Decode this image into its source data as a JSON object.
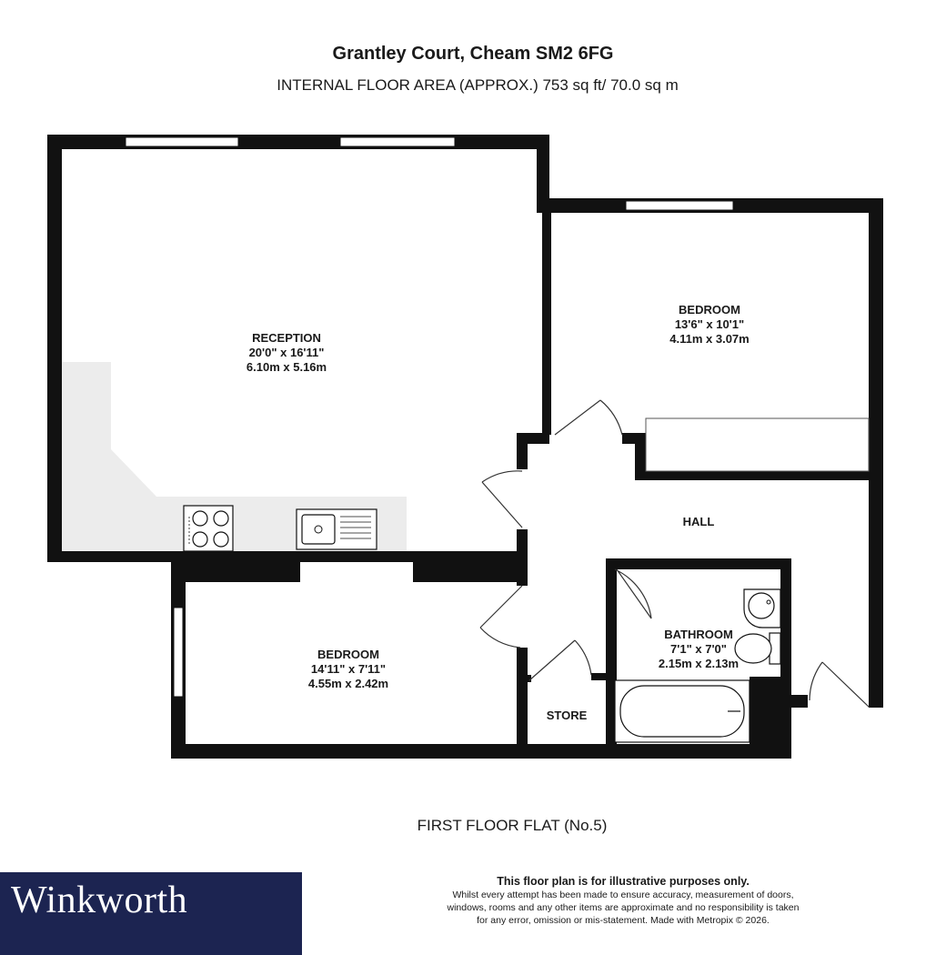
{
  "header": {
    "title": "Grantley Court, Cheam SM2 6FG",
    "subtitle": "INTERNAL FLOOR AREA (APPROX.) 753 sq ft/ 70.0 sq m"
  },
  "rooms": {
    "reception": {
      "name": "RECEPTION",
      "imperial": "20'0\"  x 16'11\"",
      "metric": "6.10m  x 5.16m"
    },
    "bedroom1": {
      "name": "BEDROOM",
      "imperial": "13'6\"  x 10'1\"",
      "metric": "4.11m  x 3.07m"
    },
    "hall": {
      "name": "HALL"
    },
    "bedroom2": {
      "name": "BEDROOM",
      "imperial": "14'11\"  x 7'11\"",
      "metric": "4.55m  x 2.42m"
    },
    "bathroom": {
      "name": "BATHROOM",
      "imperial": "7'1\"  x 7'0\"",
      "metric": "2.15m  x 2.13m"
    },
    "store": {
      "name": "STORE"
    }
  },
  "floor_label": "FIRST FLOOR FLAT (No.5)",
  "footer": {
    "brand": "Winkworth",
    "disclaimer_title": "This floor plan is for illustrative purposes only.",
    "disclaimer_lines": [
      "Whilst every attempt has been made to ensure accuracy, measurement of doors,",
      "windows, rooms and any other items are approximate and no responsibility is taken",
      "for any error, omission or mis-statement. Made with Metropix © 2026."
    ]
  },
  "colors": {
    "wall": "#111111",
    "brand_navy": "#1c2451",
    "counter": "#ececec"
  }
}
